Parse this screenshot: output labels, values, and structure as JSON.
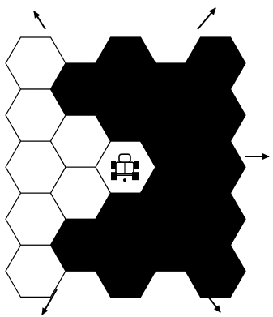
{
  "colors": {
    "background": "#ffffff",
    "cell_fill_dark": "#000000",
    "cell_fill_light": "#ffffff",
    "cell_stroke": "#000000",
    "arrow": "#000000"
  },
  "grid": {
    "column_cells": [
      {
        "col": 0,
        "row": 0,
        "state": "light"
      },
      {
        "col": 0,
        "row": 1,
        "state": "light"
      },
      {
        "col": 0,
        "row": 2,
        "state": "light"
      },
      {
        "col": 0,
        "row": 3,
        "state": "light"
      },
      {
        "col": 0,
        "row": 4,
        "state": "light"
      },
      {
        "col": 1,
        "row": 0,
        "state": "dark"
      },
      {
        "col": 1,
        "row": 1,
        "state": "light"
      },
      {
        "col": 1,
        "row": 2,
        "state": "light"
      },
      {
        "col": 1,
        "row": 3,
        "state": "dark"
      },
      {
        "col": 2,
        "row": 0,
        "state": "dark"
      },
      {
        "col": 2,
        "row": 1,
        "state": "dark"
      },
      {
        "col": 2,
        "row": 2,
        "state": "robot"
      },
      {
        "col": 2,
        "row": 3,
        "state": "dark"
      },
      {
        "col": 2,
        "row": 4,
        "state": "dark"
      },
      {
        "col": 3,
        "row": 0,
        "state": "dark"
      },
      {
        "col": 3,
        "row": 1,
        "state": "dark"
      },
      {
        "col": 3,
        "row": 2,
        "state": "dark"
      },
      {
        "col": 3,
        "row": 3,
        "state": "dark"
      },
      {
        "col": 4,
        "row": 0,
        "state": "dark"
      },
      {
        "col": 4,
        "row": 1,
        "state": "dark"
      },
      {
        "col": 4,
        "row": 2,
        "state": "dark"
      },
      {
        "col": 4,
        "row": 3,
        "state": "dark"
      },
      {
        "col": 4,
        "row": 4,
        "state": "dark"
      }
    ]
  },
  "arrows": [
    {
      "direction": "up-left"
    },
    {
      "direction": "up-right"
    },
    {
      "direction": "right"
    },
    {
      "direction": "down-left"
    },
    {
      "direction": "down-right"
    }
  ],
  "robot": {
    "icon": "robot-icon"
  }
}
